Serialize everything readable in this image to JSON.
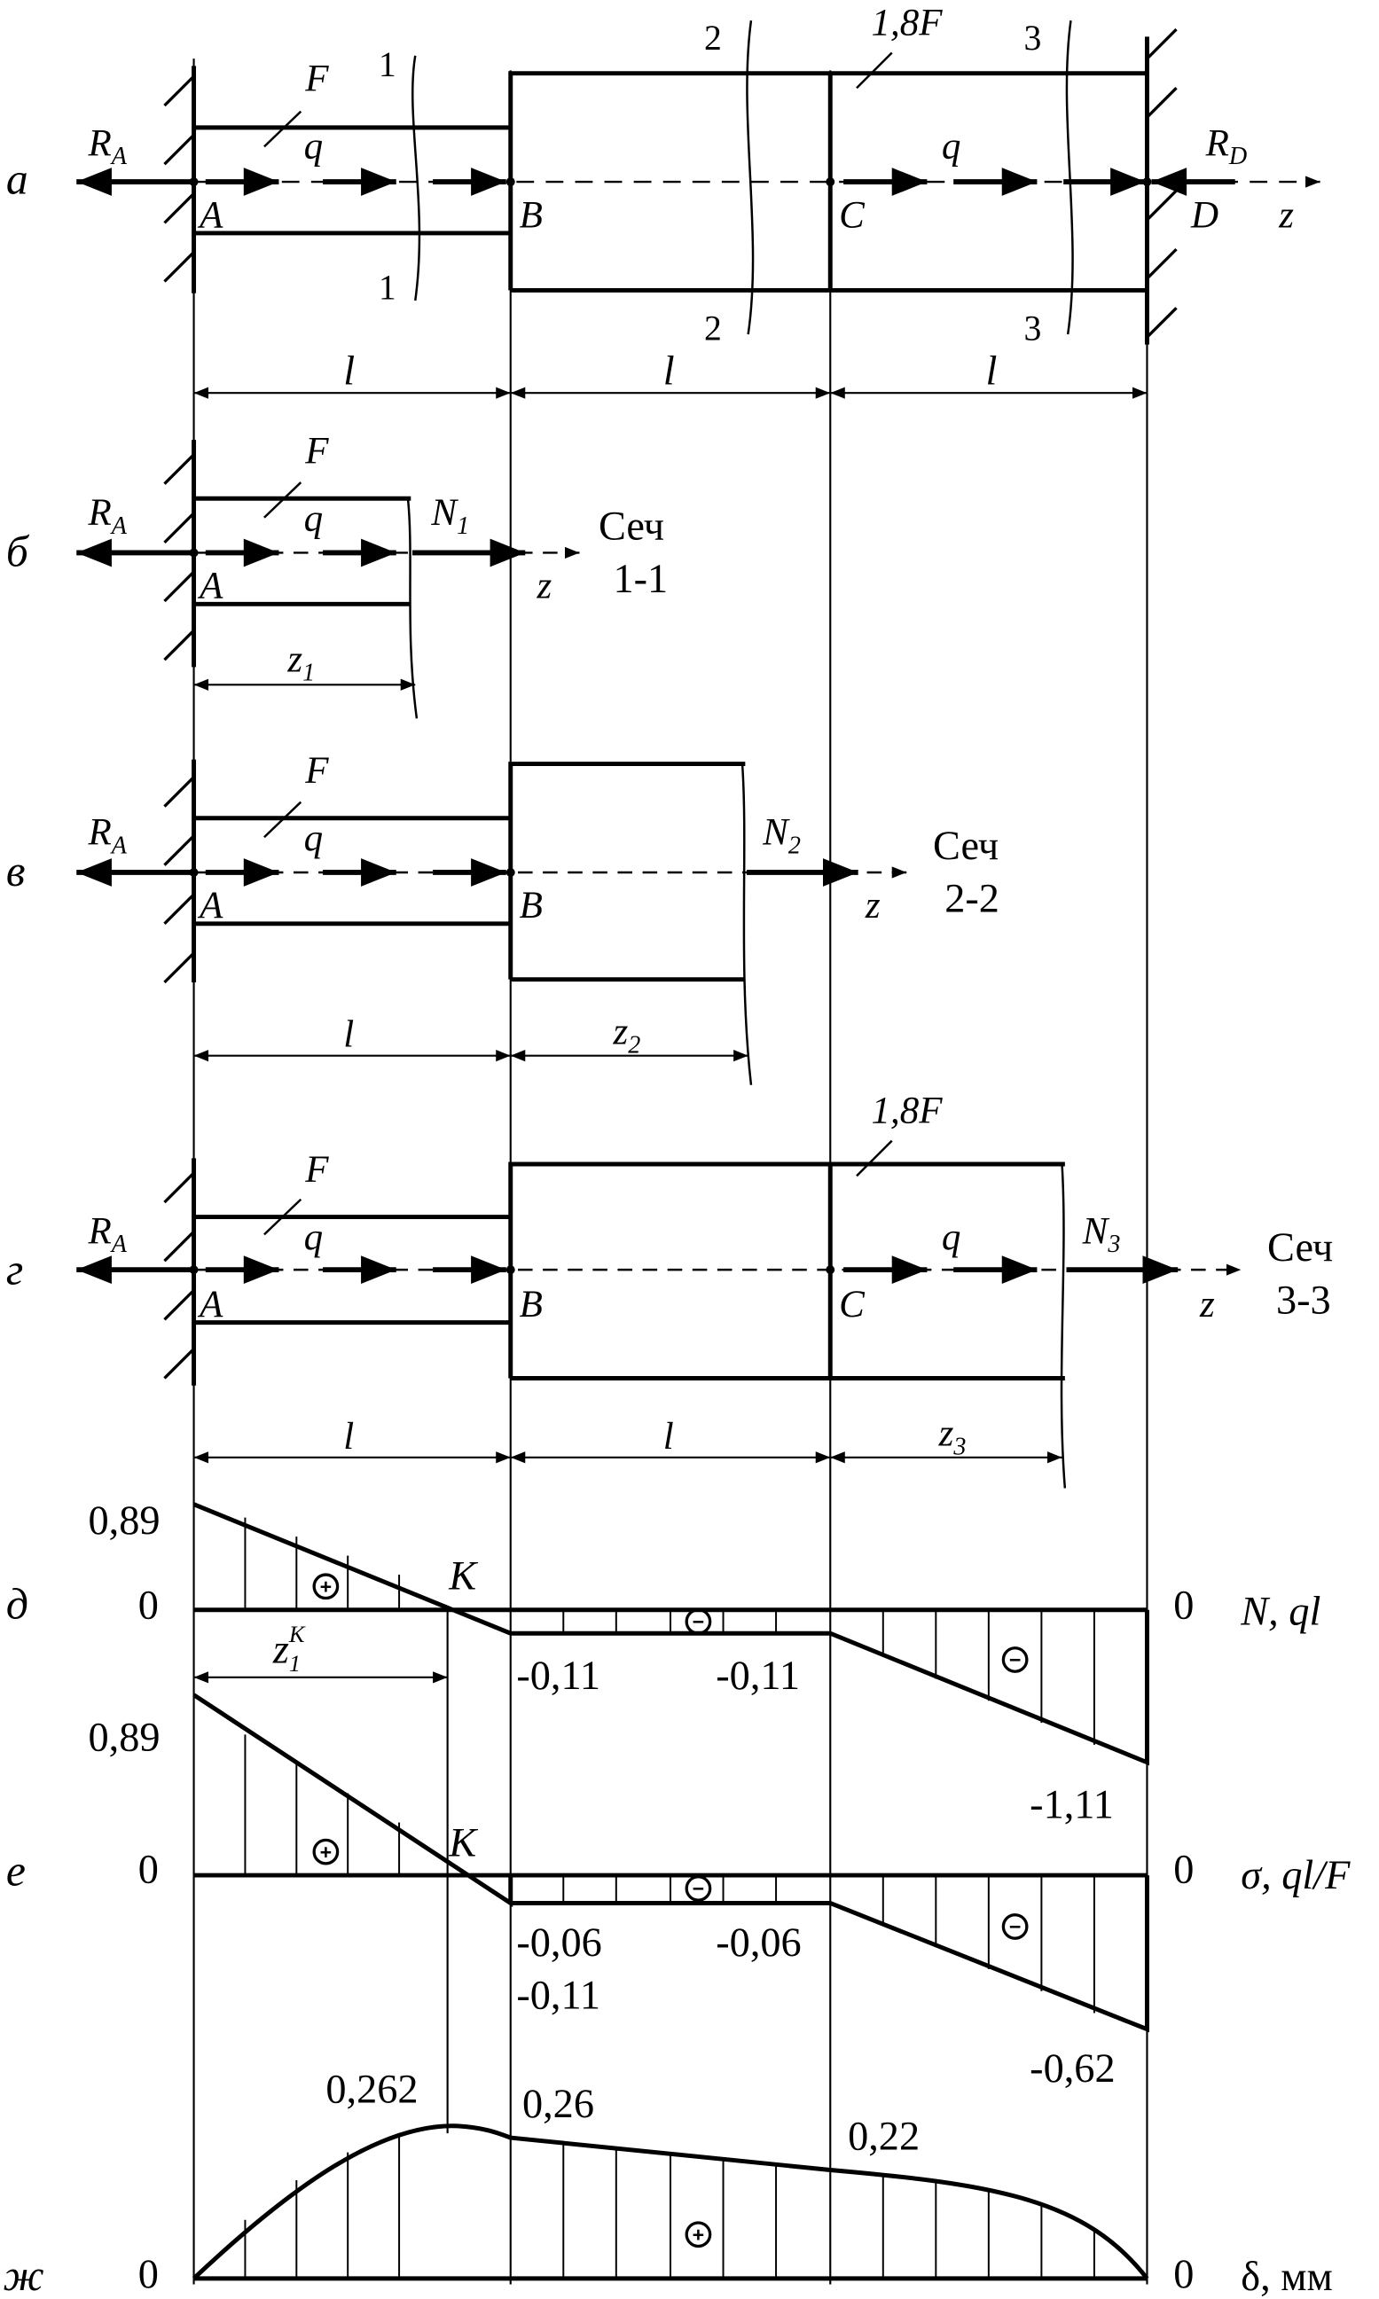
{
  "rows": {
    "a": "а",
    "b": "б",
    "v": "в",
    "g": "г",
    "d": "д",
    "e": "е",
    "zh": "ж"
  },
  "forces": {
    "RA": "R",
    "RA_sub": "A",
    "RD": "R",
    "RD_sub": "D",
    "F": "F",
    "F18": "1,8F",
    "q": "q",
    "N1": "N",
    "N1_sub": "1",
    "N2": "N",
    "N2_sub": "2",
    "N3": "N",
    "N3_sub": "3"
  },
  "points": {
    "A": "A",
    "B": "B",
    "C": "C",
    "D": "D",
    "K": "K",
    "z": "z"
  },
  "sections": {
    "s1": "1",
    "s2": "2",
    "s3": "3",
    "cut1_title": "Сеч",
    "cut1_name": "1-1",
    "cut2_title": "Сеч",
    "cut2_name": "2-2",
    "cut3_title": "Сеч",
    "cut3_name": "3-3"
  },
  "dims": {
    "l": "l",
    "z": "z",
    "z1_sub": "1",
    "z2_sub": "2",
    "z3_sub": "3",
    "zK_sup": "K"
  },
  "diagrams": {
    "N": {
      "axis": "N, ql",
      "zero": "0",
      "v_start": "0,89",
      "v_B": "-0,11",
      "v_C": "-0,11",
      "v_end": "-1,11",
      "end_zero": "0"
    },
    "sigma": {
      "axis": "σ, ql/F",
      "zero": "0",
      "v_start": "0,89",
      "v_B1": "-0,06",
      "v_B2": "-0,11",
      "v_C": "-0,06",
      "v_end": "-0,62",
      "end_zero": "0"
    },
    "delta": {
      "axis": "δ, мм",
      "zero": "0",
      "v_max": "0,262",
      "v_B": "0,26",
      "v_C": "0,22",
      "end_zero": "0"
    }
  },
  "signs": {
    "plus": "+",
    "minus": "−"
  }
}
